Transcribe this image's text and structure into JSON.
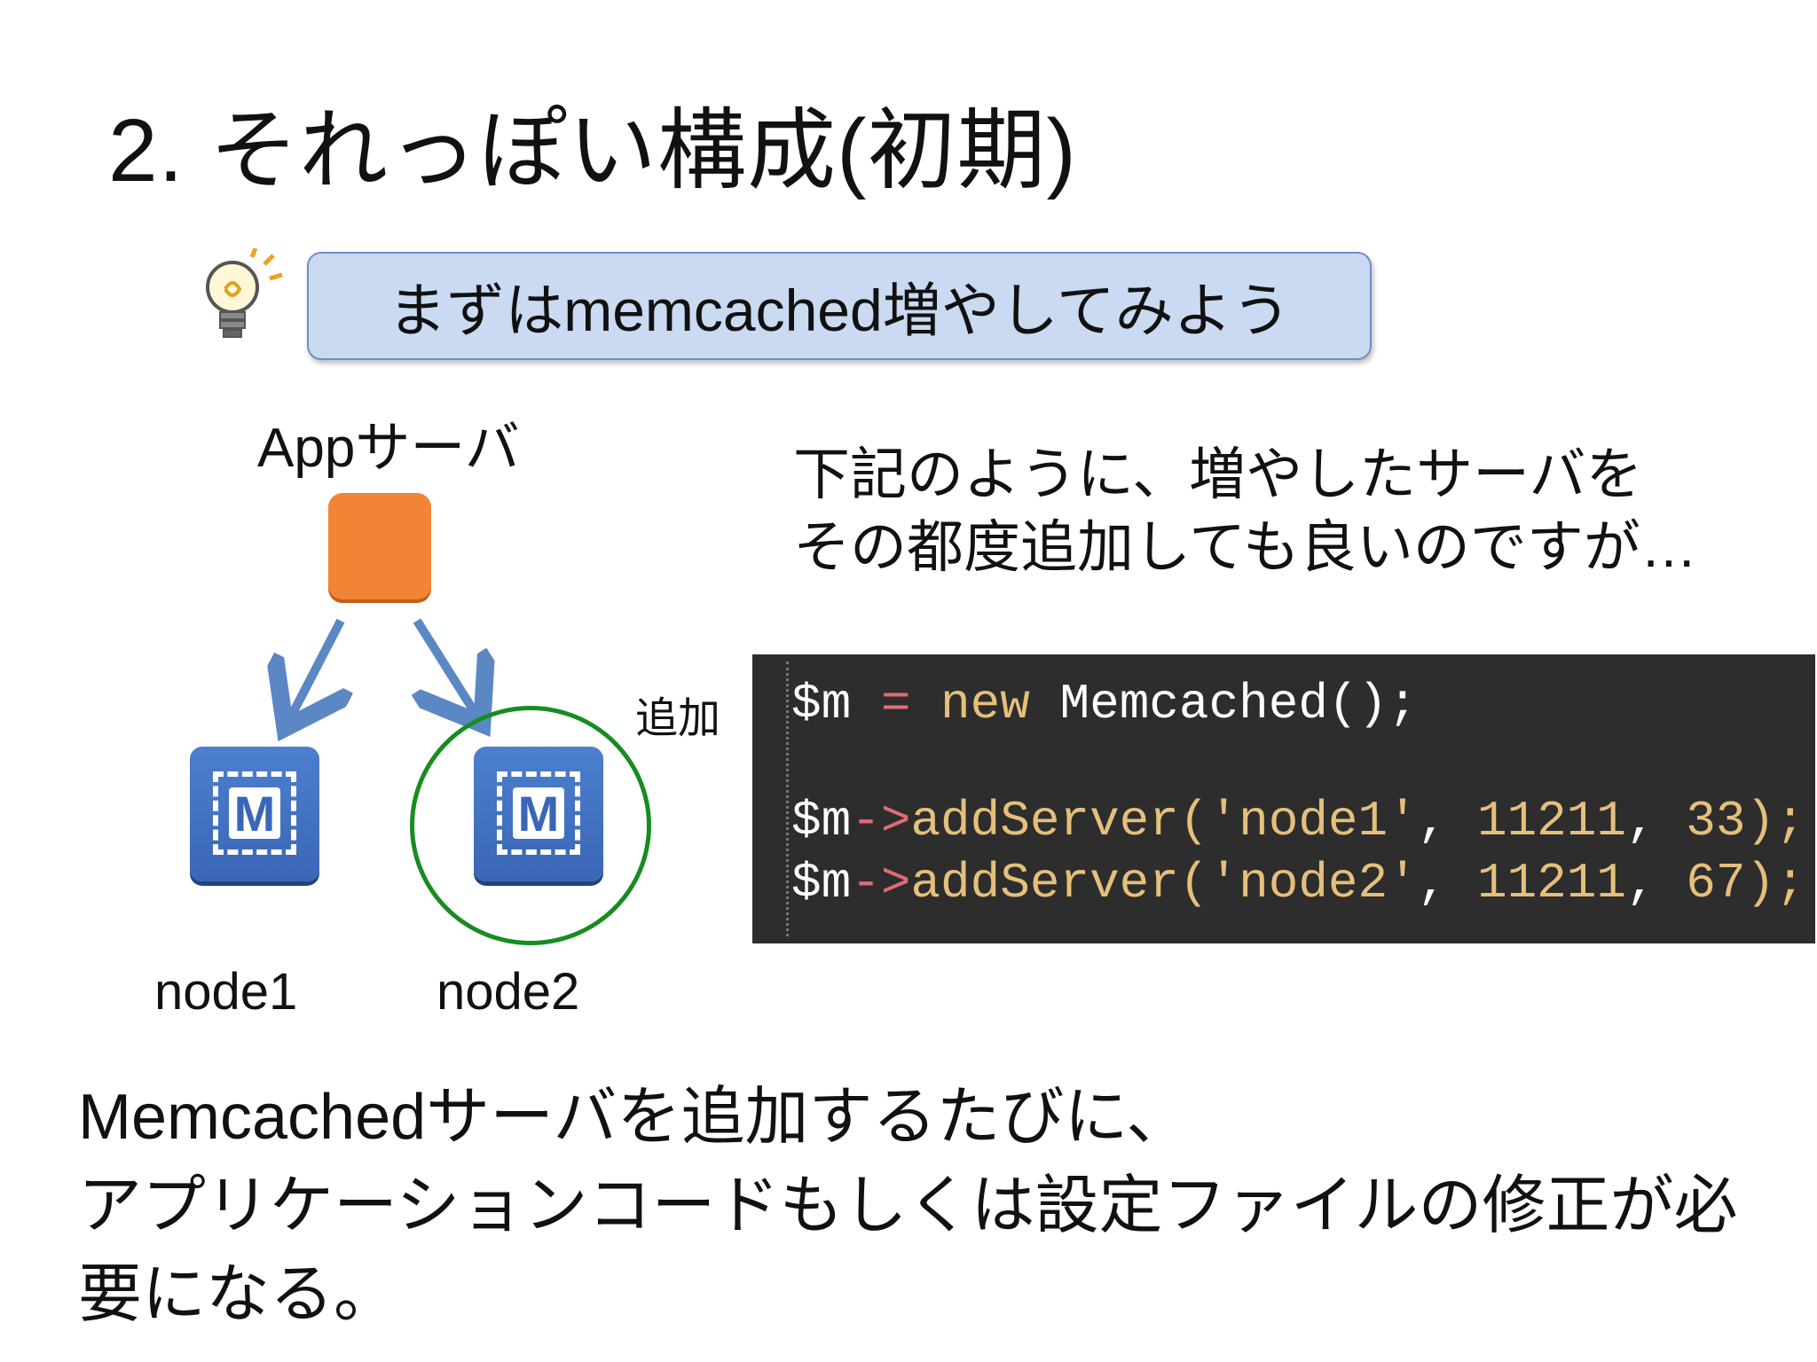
{
  "slide": {
    "title": "2. それっぽい構成(初期)"
  },
  "idea": {
    "text": "まずはmemcached増やしてみよう"
  },
  "diagram": {
    "app_label": "Appサーバ",
    "nodes": [
      {
        "label": "node1",
        "icon_text": "M"
      },
      {
        "label": "node2",
        "icon_text": "M"
      }
    ],
    "add_label": "追加"
  },
  "note": {
    "line1": "下記のように、増やしたサーバを",
    "line2": "その都度追加しても良いのですが…"
  },
  "code": {
    "line1": {
      "var": "$m",
      "op": " = ",
      "kw": "new",
      "rest": " Memcached();"
    },
    "line3": {
      "var": "$m",
      "arrow": "->",
      "fn": "addServer(",
      "str": "'node1'",
      "sep1": ", ",
      "port": "11211",
      "sep2": ", ",
      "weight": "33",
      "end": ");"
    },
    "line4": {
      "var": "$m",
      "arrow": "->",
      "fn": "addServer(",
      "str": "'node2'",
      "sep1": ", ",
      "port": "11211",
      "sep2": ", ",
      "weight": "67",
      "end": ");"
    }
  },
  "summary": {
    "line1": "Memcachedサーバを追加するたびに、",
    "line2": "アプリケーションコードもしくは設定ファイルの修正が必",
    "line3": "要になる。"
  },
  "colors": {
    "idea_box": "#c9daf2",
    "app_box": "#f28436",
    "node_icon": "#3a66b6",
    "arrow": "#5b87c5",
    "highlight": "#178c20",
    "code_bg": "#2d2d2d"
  },
  "icons": [
    "lightbulb-icon",
    "memcached-icon"
  ]
}
